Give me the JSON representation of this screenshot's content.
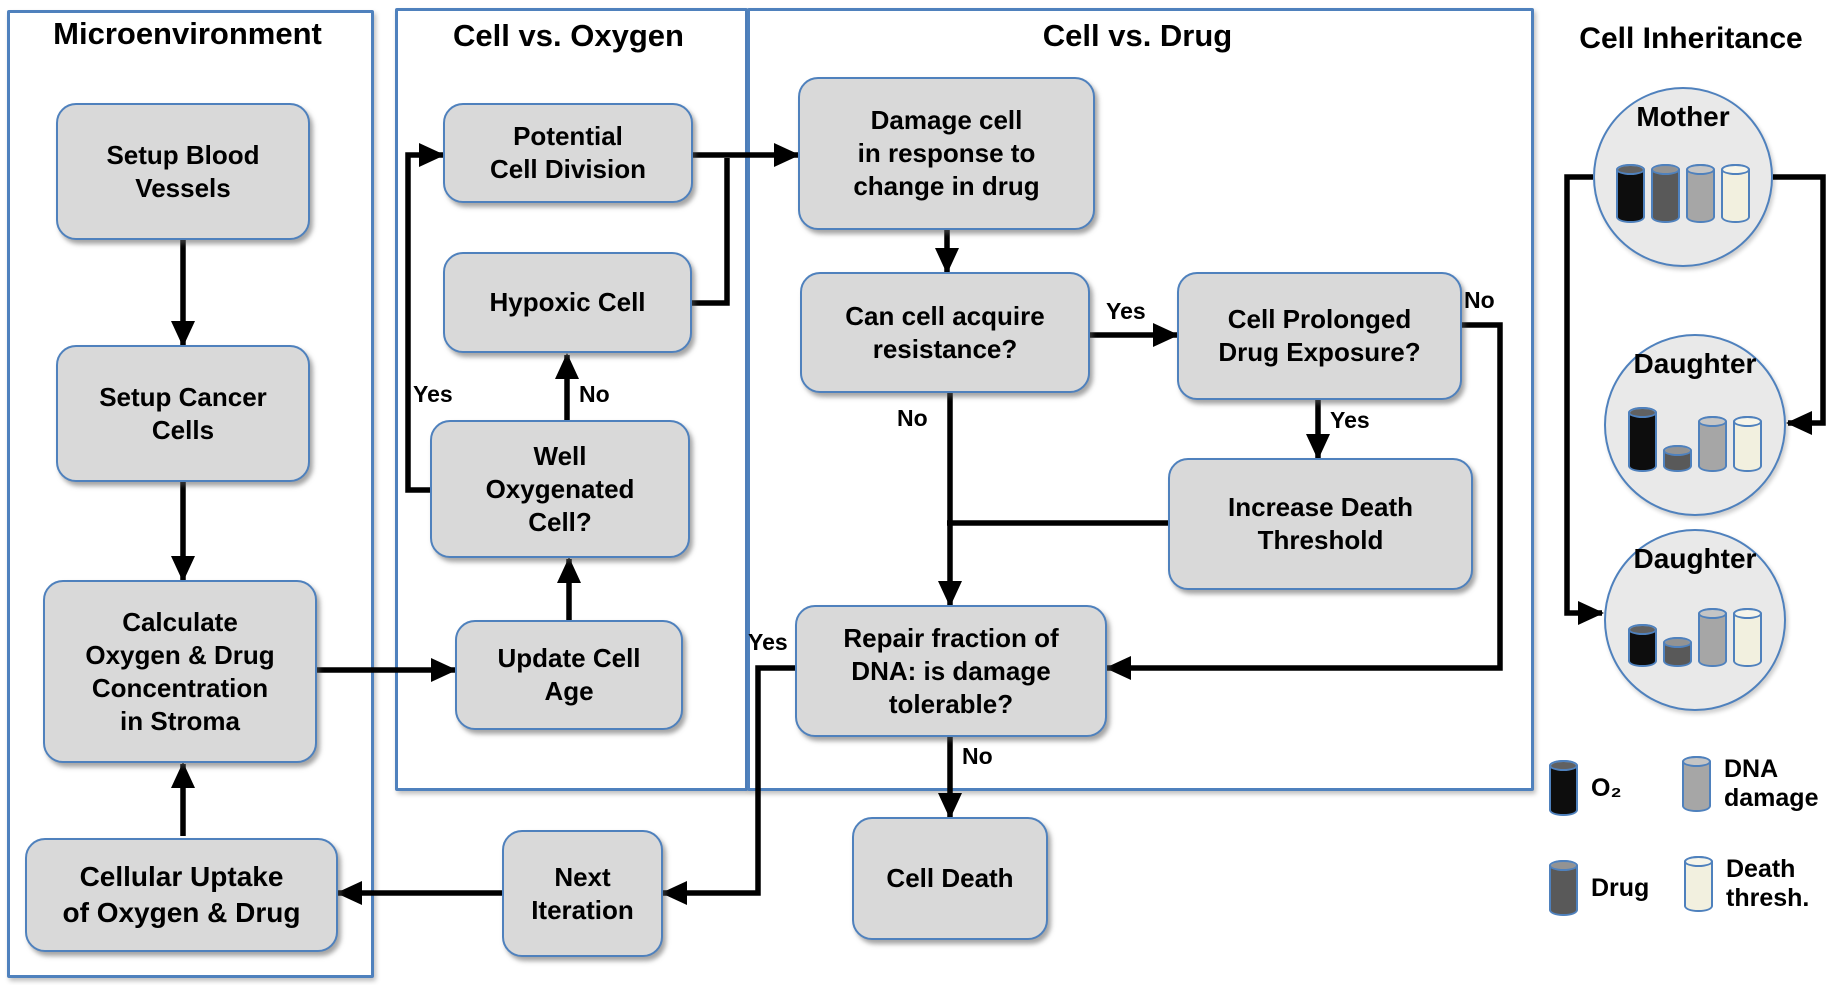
{
  "titles": {
    "microenvironment": "Microenvironment",
    "cell_vs_oxygen": "Cell vs. Oxygen",
    "cell_vs_drug": "Cell vs. Drug",
    "cell_inheritance": "Cell Inheritance"
  },
  "boxes": {
    "setup_blood_vessels": "Setup Blood\nVessels",
    "setup_cancer_cells": "Setup Cancer\nCells",
    "calculate_concentration": "Calculate\nOxygen & Drug\nConcentration\nin Stroma",
    "cellular_uptake": "Cellular Uptake\nof Oxygen & Drug",
    "potential_cell_division": "Potential\nCell Division",
    "hypoxic_cell": "Hypoxic Cell",
    "well_oxygenated_cell": "Well\nOxygenated\nCell?",
    "update_cell_age": "Update Cell\nAge",
    "damage_cell": "Damage cell\nin response to\nchange in drug",
    "can_cell_acquire_resistance": "Can cell acquire\nresistance?",
    "cell_prolonged_drug_exposure": "Cell Prolonged\nDrug Exposure?",
    "increase_death_threshold": "Increase Death\nThreshold",
    "repair_fraction": "Repair fraction of\nDNA: is damage\ntolerable?",
    "cell_death": "Cell Death",
    "next_iteration": "Next\nIteration"
  },
  "labels": {
    "yes": "Yes",
    "no": "No"
  },
  "inheritance": {
    "cylinder_order": [
      "o2",
      "drug",
      "dna_damage",
      "death_threshold"
    ],
    "cells": [
      {
        "name": "Mother",
        "levels": [
          0.9,
          0.9,
          0.9,
          0.9
        ]
      },
      {
        "name": "Daughter",
        "levels": [
          1.0,
          0.42,
          0.86,
          0.86
        ]
      },
      {
        "name": "Daughter",
        "levels": [
          0.66,
          0.46,
          0.9,
          0.9
        ]
      }
    ]
  },
  "legend": {
    "o2": "O₂",
    "dna_damage": "DNA\ndamage",
    "drug": "Drug",
    "death_threshold": "Death\nthresh."
  },
  "colors": {
    "accent_blue": "#4f81bd",
    "box_fill": "#d9d9d9",
    "circle_fill": "#e9e9e9",
    "arrow": "#000000",
    "o2": "#0d0d0d",
    "drug": "#595959",
    "dna_damage": "#a6a6a6",
    "death_threshold": "#f2f0df"
  }
}
